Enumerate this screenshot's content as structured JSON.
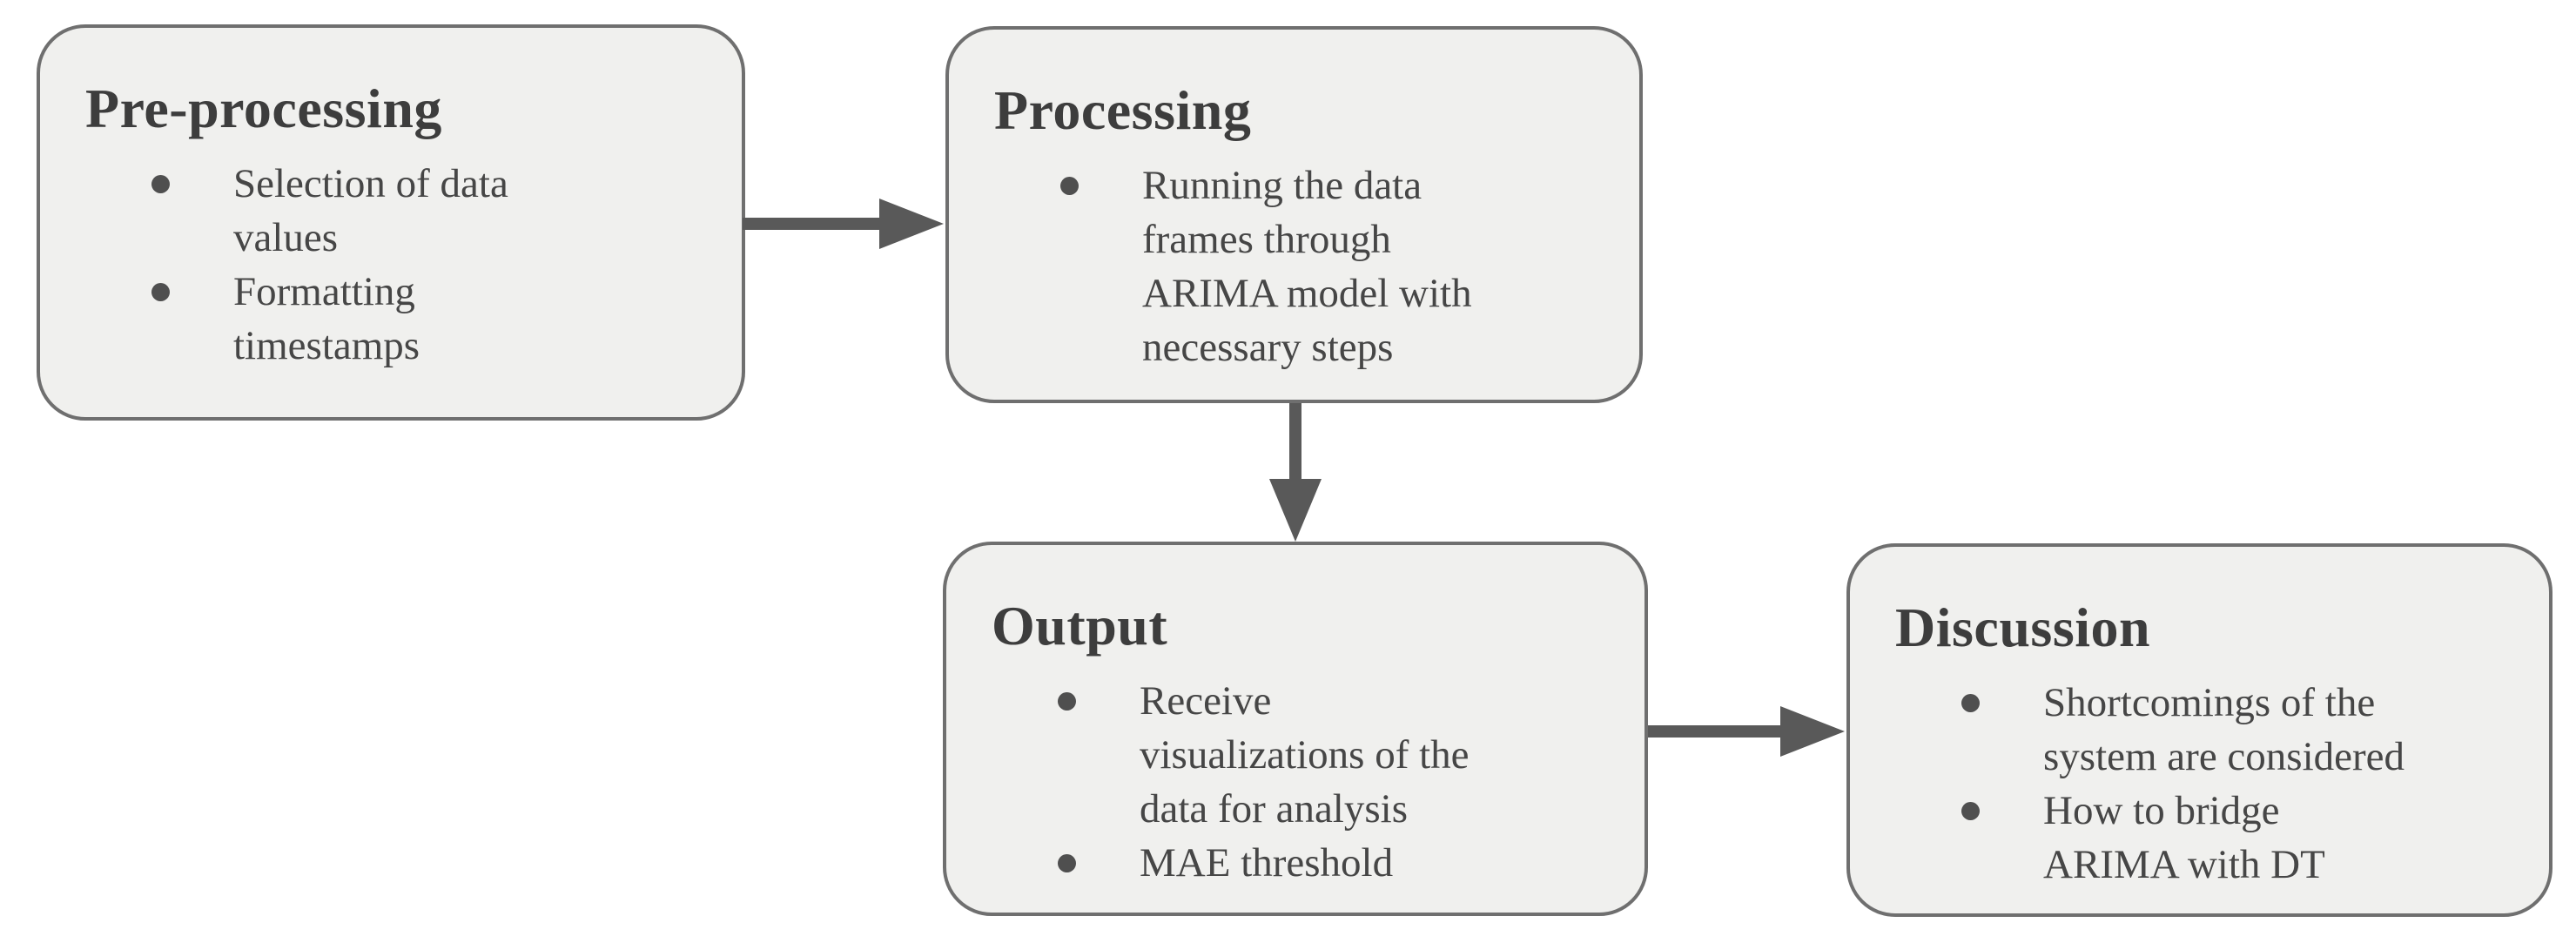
{
  "diagram": {
    "type": "flowchart",
    "colors": {
      "background": "#ffffff",
      "node_fill": "#f0f0ee",
      "node_border": "#6f6f6f",
      "arrow": "#595959",
      "title_text": "#3d3d3d",
      "body_text": "#464646",
      "bullet_dot": "#4f4f4f"
    },
    "nodes": [
      {
        "id": "pre-processing",
        "title": "Pre-processing",
        "bullets": [
          "Selection of data\nvalues",
          "Formatting\ntimestamps"
        ]
      },
      {
        "id": "processing",
        "title": "Processing",
        "bullets": [
          "Running the data\nframes through\nARIMA model with\nnecessary steps"
        ]
      },
      {
        "id": "output",
        "title": "Output",
        "bullets": [
          "Receive\nvisualizations of the\ndata for analysis",
          "MAE threshold"
        ]
      },
      {
        "id": "discussion",
        "title": "Discussion",
        "bullets": [
          "Shortcomings of the\nsystem are considered",
          "How to bridge\nARIMA with DT"
        ]
      }
    ],
    "edges": [
      {
        "from": "Pre-processing",
        "to": "Processing",
        "direction": "right"
      },
      {
        "from": "Processing",
        "to": "Output",
        "direction": "down"
      },
      {
        "from": "Output",
        "to": "Discussion",
        "direction": "right"
      }
    ]
  }
}
